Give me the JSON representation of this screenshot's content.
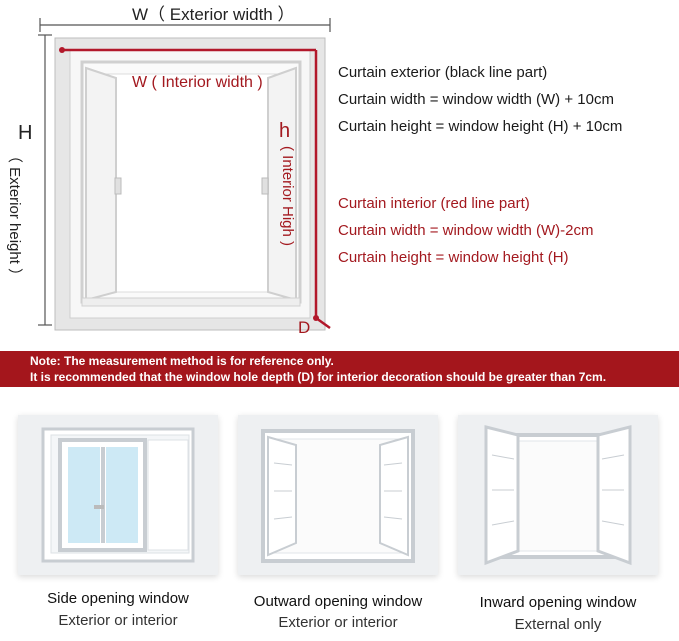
{
  "diagram": {
    "exterior_width_label": "W（ Exterior width ）",
    "exterior_height_letter": "H",
    "exterior_height_label": "（ Exterior height ）",
    "interior_width_label": "W ( Interior width )",
    "interior_height_letter": "h",
    "interior_height_label": "( Interior High )",
    "depth_label": "D"
  },
  "exterior_notes": {
    "title": "Curtain exterior (black line part)",
    "width_rule": "Curtain width = window width (W) + 10cm",
    "height_rule": "Curtain height = window height (H) + 10cm"
  },
  "interior_notes": {
    "title": "Curtain interior (red line part)",
    "width_rule": "Curtain width = window width (W)-2cm",
    "height_rule": "Curtain height = window height (H)"
  },
  "banner": {
    "line1": "Note: The measurement method is for reference only.",
    "line2": "It is recommended that the window hole depth (D) for interior decoration should be greater than 7cm."
  },
  "window_types": [
    {
      "name": "Side opening window",
      "mounting": "Exterior or interior"
    },
    {
      "name": "Outward opening window",
      "mounting": "Exterior or interior"
    },
    {
      "name": "Inward opening window",
      "mounting": "External only"
    }
  ],
  "colors": {
    "accent_red": "#a4161c",
    "line_dark": "#444444"
  }
}
